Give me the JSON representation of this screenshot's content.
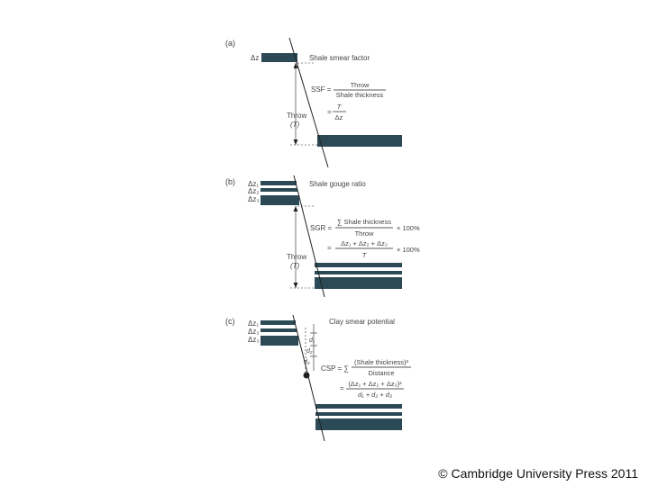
{
  "colors": {
    "shale": "#2b4a55",
    "line": "#222222",
    "text": "#444444"
  },
  "panel_a": {
    "letter": "(a)",
    "title": "Shale smear factor",
    "dz": "Δz",
    "ssf": "SSF =",
    "num1": "Throw",
    "den1": "Shale thickness",
    "eq2": "=",
    "num2": "T",
    "den2": "Δz",
    "throw": "Throw",
    "t": "(T)"
  },
  "panel_b": {
    "letter": "(b)",
    "title": "Shale gouge ratio",
    "dz1": "Δz₁",
    "dz2": "Δz₂",
    "dz3": "Δz₃",
    "sgr": "SGR =",
    "num1": "∑ Shale thickness",
    "den1": "Throw",
    "pct1": "× 100%",
    "eq2": "=",
    "num2": "Δz₁ + Δz₂ + Δz₃",
    "den2": "T",
    "pct2": "× 100%",
    "throw": "Throw",
    "t": "(T)"
  },
  "panel_c": {
    "letter": "(c)",
    "title": "Clay smear potential",
    "dz1": "Δz₁",
    "dz2": "Δz₂",
    "dz3": "Δz₃",
    "d1": "d₁",
    "d2": "d₂",
    "d3": "d₃",
    "csp": "CSP = ∑",
    "num1": "(Shale thickness)²",
    "den1": "Distance",
    "eq2": "=",
    "num2": "(Δz₁ + Δz₂ + Δz₃)²",
    "den2": "d₁ + d₂ + d₃"
  },
  "copyright": "© Cambridge University Press 2011"
}
